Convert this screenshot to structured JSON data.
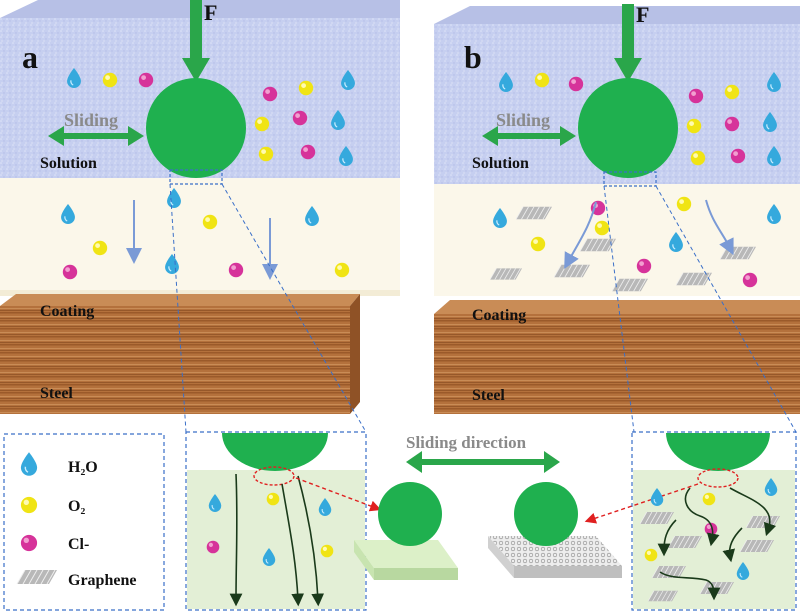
{
  "panel_a": {
    "letter": "a",
    "force": "F",
    "sliding": "Sliding",
    "solution": "Solution",
    "coating": "Coating",
    "steel": "Steel"
  },
  "panel_b": {
    "letter": "b",
    "force": "F",
    "sliding": "Sliding",
    "solution": "Solution",
    "coating": "Coating",
    "steel": "Steel"
  },
  "legend": {
    "items": [
      {
        "label": "H₂O",
        "icon": "water-drop-icon",
        "color": "#35a9dd"
      },
      {
        "label": "O₂",
        "icon": "oxygen-ball-icon",
        "color": "#f0e414"
      },
      {
        "label": "Cl-",
        "icon": "chloride-ball-icon",
        "color": "#d6339a"
      },
      {
        "label": "Graphene",
        "icon": "graphene-sheet-icon",
        "color": "#9a9a9a"
      }
    ]
  },
  "center": {
    "sliding_direction": "Sliding direction"
  },
  "colors": {
    "ball": "#1fb04f",
    "arrow_green": "#2aa64a",
    "solution": "#c9d2ee",
    "coating": "#fbf7ea",
    "steel": "#b97a45",
    "water": "#35a9dd",
    "oxygen": "#f0e414",
    "chloride": "#d6339a",
    "dash_blue": "#3a6fc8",
    "dash_red": "#e02020",
    "flow_arrow": "#7a9ad6"
  }
}
